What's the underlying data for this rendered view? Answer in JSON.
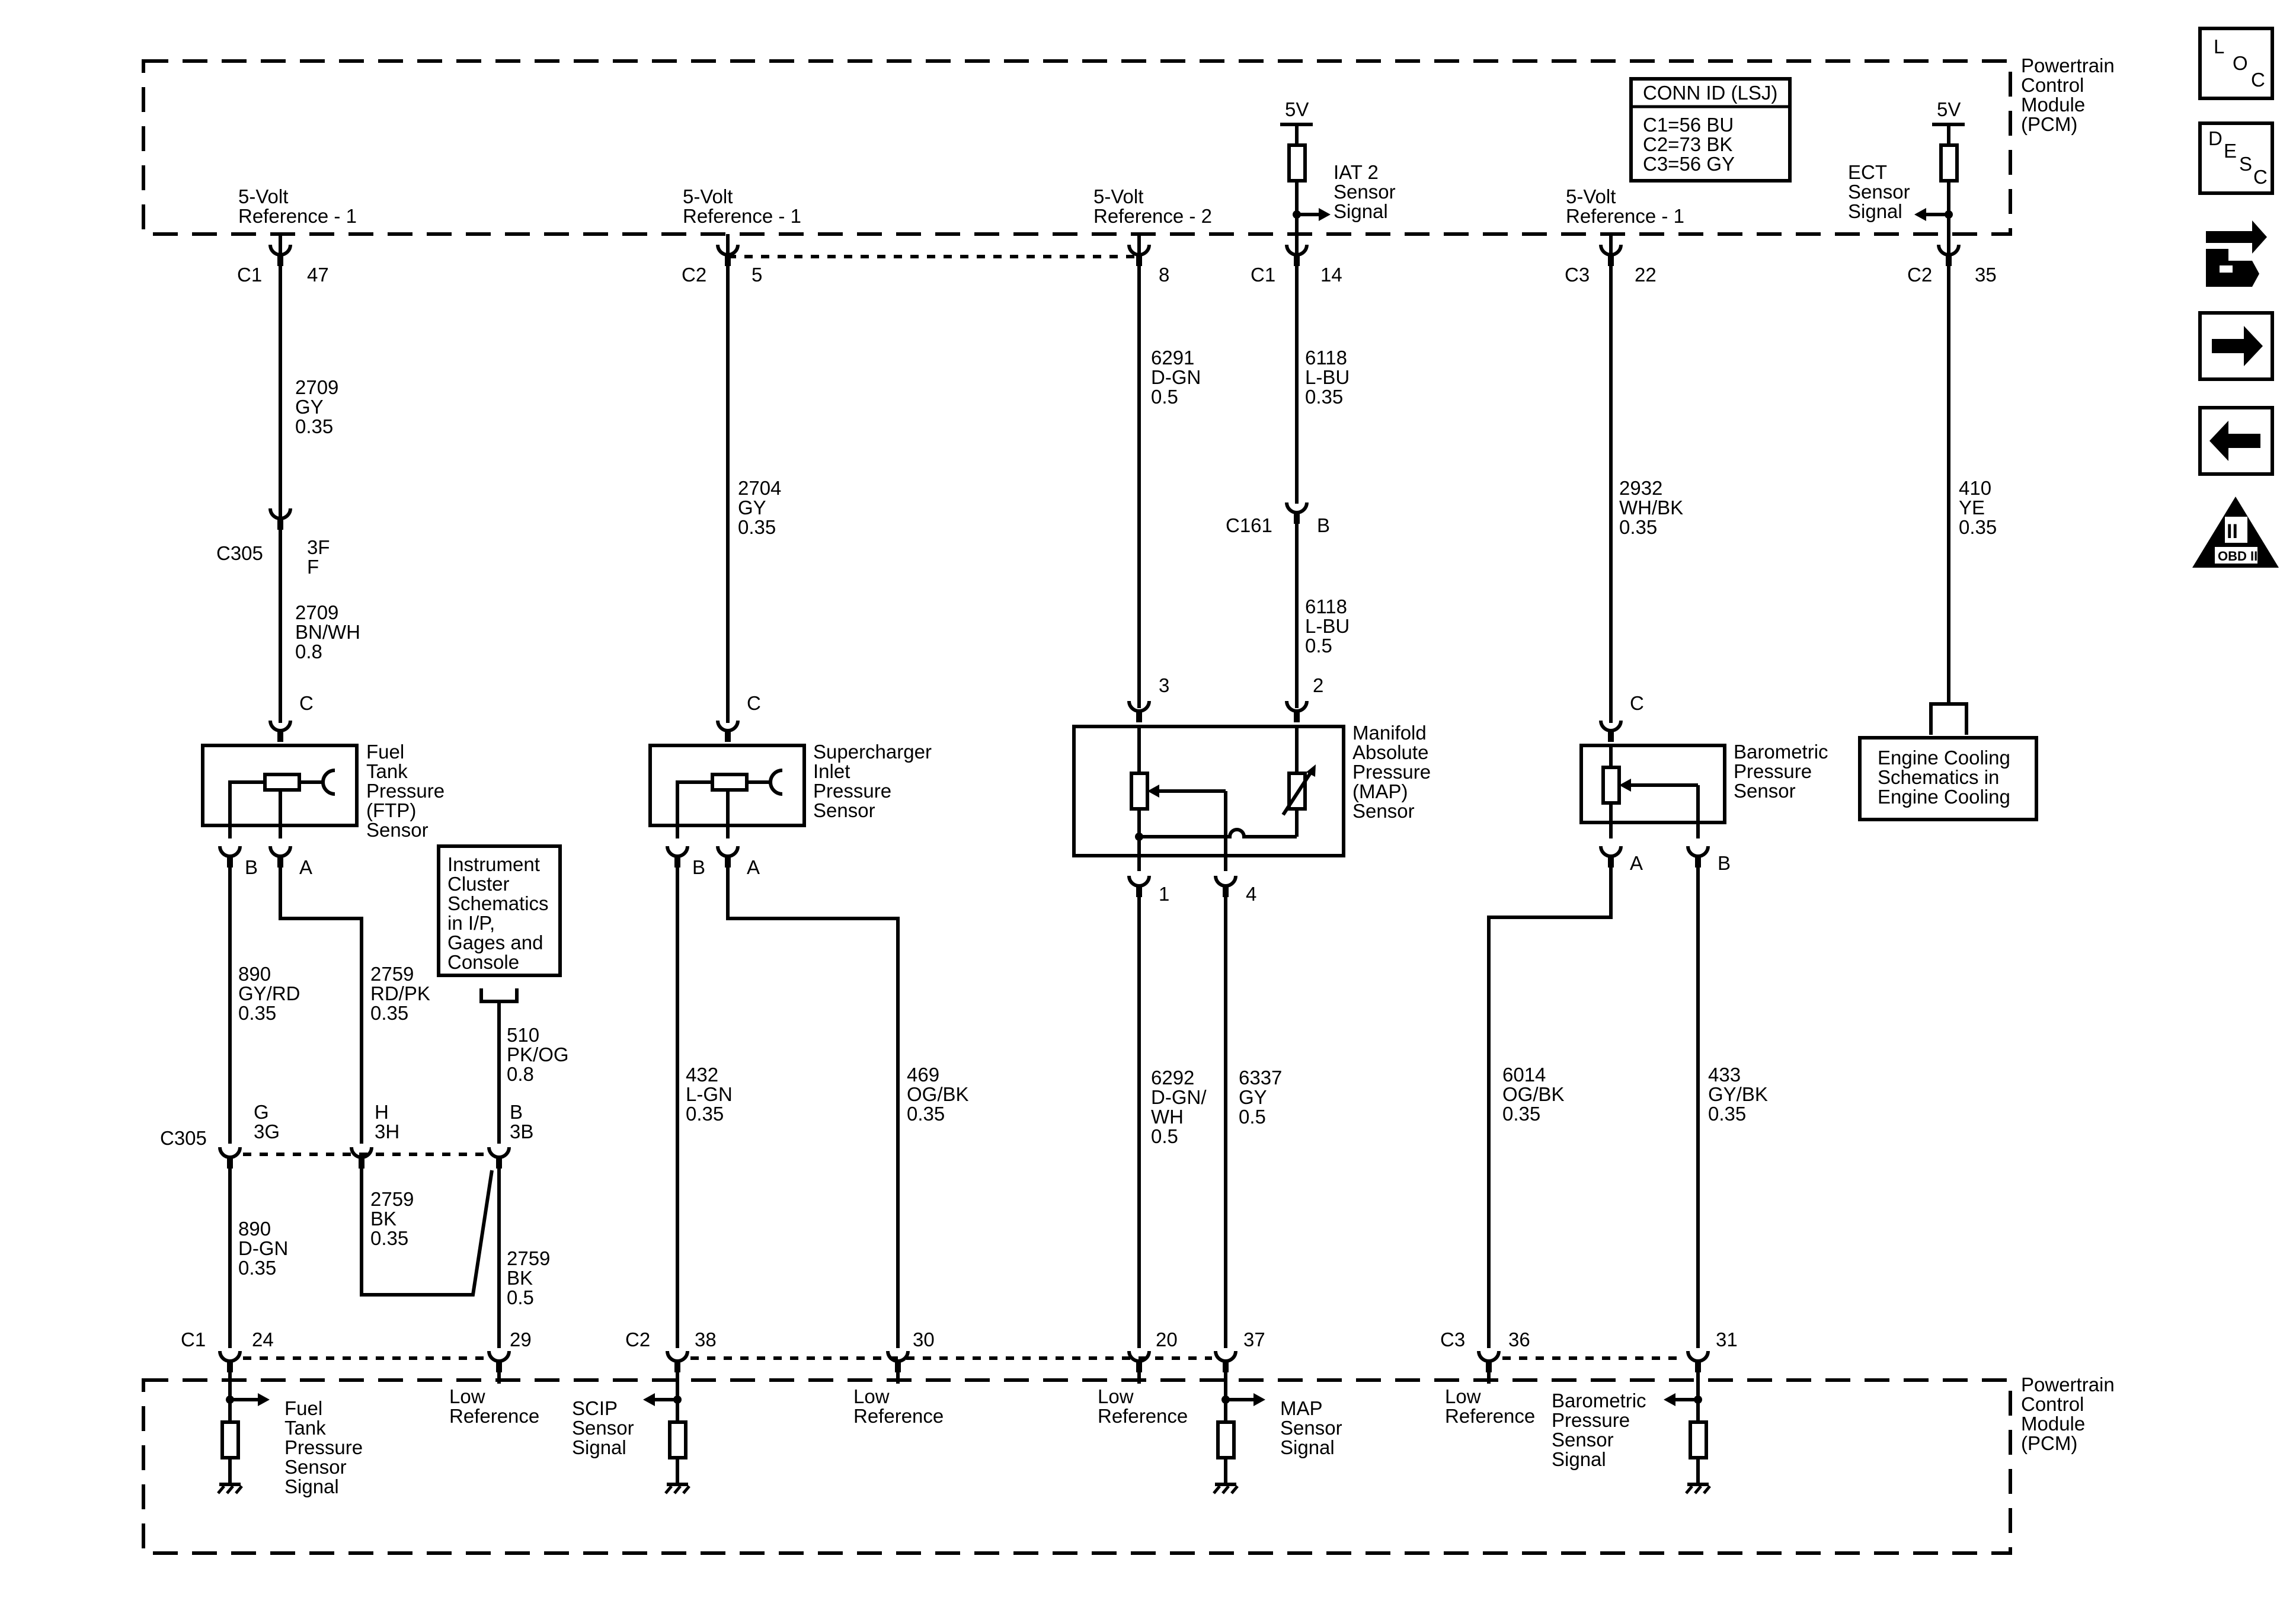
{
  "module_top": {
    "lines": [
      "Powertrain",
      "Control",
      "Module",
      "(PCM)"
    ]
  },
  "module_bottom": {
    "lines": [
      "Powertrain",
      "Control",
      "Module",
      "(PCM)"
    ]
  },
  "conn_id": {
    "title": "CONN ID (LSJ)",
    "lines": [
      "C1=56 BU",
      "C2=73 BK",
      "C3=56 GY"
    ]
  },
  "supply": {
    "label": "5V"
  },
  "top_signals": {
    "ref1_a": [
      "5-Volt",
      "Reference - 1"
    ],
    "ref1_b": [
      "5-Volt",
      "Reference - 1"
    ],
    "ref2": [
      "5-Volt",
      "Reference - 2"
    ],
    "iat2": [
      "IAT 2",
      "Sensor",
      "Signal"
    ],
    "ref1_c": [
      "5-Volt",
      "Reference - 1"
    ],
    "ect": [
      "ECT",
      "Sensor",
      "Signal"
    ]
  },
  "top_pins": [
    {
      "conn": "C1",
      "pin": "47"
    },
    {
      "conn": "C2",
      "pin": "5"
    },
    {
      "conn": "",
      "pin": "8"
    },
    {
      "conn": "C1",
      "pin": "14"
    },
    {
      "conn": "C3",
      "pin": "22"
    },
    {
      "conn": "C2",
      "pin": "35"
    }
  ],
  "wires": {
    "w2709gy": [
      "2709",
      "GY",
      "0.35"
    ],
    "w2709bnwh": [
      "2709",
      "BN/WH",
      "0.8"
    ],
    "w2704": [
      "2704",
      "GY",
      "0.35"
    ],
    "w6291": [
      "6291",
      "D-GN",
      "0.5"
    ],
    "w6118a": [
      "6118",
      "L-BU",
      "0.35"
    ],
    "w6118b": [
      "6118",
      "L-BU",
      "0.5"
    ],
    "w2932": [
      "2932",
      "WH/BK",
      "0.35"
    ],
    "w410": [
      "410",
      "YE",
      "0.35"
    ],
    "w890a": [
      "890",
      "GY/RD",
      "0.35"
    ],
    "w2759a": [
      "2759",
      "RD/PK",
      "0.35"
    ],
    "w510": [
      "510",
      "PK/OG",
      "0.8"
    ],
    "w432": [
      "432",
      "L-GN",
      "0.35"
    ],
    "w469": [
      "469",
      "OG/BK",
      "0.35"
    ],
    "w6292": [
      "6292",
      "D-GN/",
      "WH",
      "0.5"
    ],
    "w6337": [
      "6337",
      "GY",
      "0.5"
    ],
    "w6014": [
      "6014",
      "OG/BK",
      "0.35"
    ],
    "w433": [
      "433",
      "GY/BK",
      "0.35"
    ],
    "w890b": [
      "890",
      "D-GN",
      "0.35"
    ],
    "w2759b": [
      "2759",
      "BK",
      "0.35"
    ],
    "w2759c": [
      "2759",
      "BK",
      "0.5"
    ]
  },
  "inline": {
    "c305": "C305",
    "c305_pins": [
      "3F",
      "F"
    ],
    "c161": "C161",
    "c161_pin": "B",
    "c305b": "C305",
    "c305b_pins": [
      {
        "a": "G",
        "b": "3G"
      },
      {
        "a": "H",
        "b": "3H"
      },
      {
        "a": "B",
        "b": "3B"
      }
    ]
  },
  "sensors": {
    "ftp": {
      "lines": [
        "Fuel",
        "Tank",
        "Pressure",
        "(FTP)",
        "Sensor"
      ],
      "pins": [
        "C",
        "B",
        "A"
      ]
    },
    "scip": {
      "lines": [
        "Supercharger",
        "Inlet",
        "Pressure",
        "Sensor"
      ],
      "pins": [
        "C",
        "B",
        "A"
      ]
    },
    "map": {
      "lines": [
        "Manifold",
        "Absolute",
        "Pressure",
        "(MAP)",
        "Sensor"
      ],
      "pins": [
        "3",
        "2",
        "1",
        "4"
      ]
    },
    "baro": {
      "lines": [
        "Barometric",
        "Pressure",
        "Sensor"
      ],
      "pins": [
        "C",
        "A",
        "B"
      ]
    }
  },
  "refboxes": {
    "instrument": [
      "Instrument",
      "Cluster",
      "Schematics",
      "in I/P,",
      "Gages and",
      "Console"
    ],
    "cooling": [
      "Engine Cooling",
      "Schematics in",
      "Engine Cooling"
    ]
  },
  "bottom_pins": [
    {
      "conn": "C1",
      "pin": "24"
    },
    {
      "conn": "",
      "pin": "29"
    },
    {
      "conn": "C2",
      "pin": "38"
    },
    {
      "conn": "",
      "pin": "30"
    },
    {
      "conn": "",
      "pin": "20"
    },
    {
      "conn": "",
      "pin": "37"
    },
    {
      "conn": "C3",
      "pin": "36"
    },
    {
      "conn": "",
      "pin": "31"
    }
  ],
  "bottom_signals": {
    "ftp_sig": [
      "Fuel",
      "Tank",
      "Pressure",
      "Sensor",
      "Signal"
    ],
    "low1": [
      "Low",
      "Reference"
    ],
    "scip_sig": [
      "SCIP",
      "Sensor",
      "Signal"
    ],
    "low2": [
      "Low",
      "Reference"
    ],
    "low3": [
      "Low",
      "Reference"
    ],
    "map_sig": [
      "MAP",
      "Sensor",
      "Signal"
    ],
    "low4": [
      "Low",
      "Reference"
    ],
    "baro_sig": [
      "Barometric",
      "Pressure",
      "Sensor",
      "Signal"
    ]
  },
  "side_icons": {
    "loc": [
      "L",
      "O",
      "C"
    ],
    "desc": [
      "D",
      "E",
      "S",
      "C"
    ],
    "obd": [
      "II",
      "OBD II"
    ]
  }
}
